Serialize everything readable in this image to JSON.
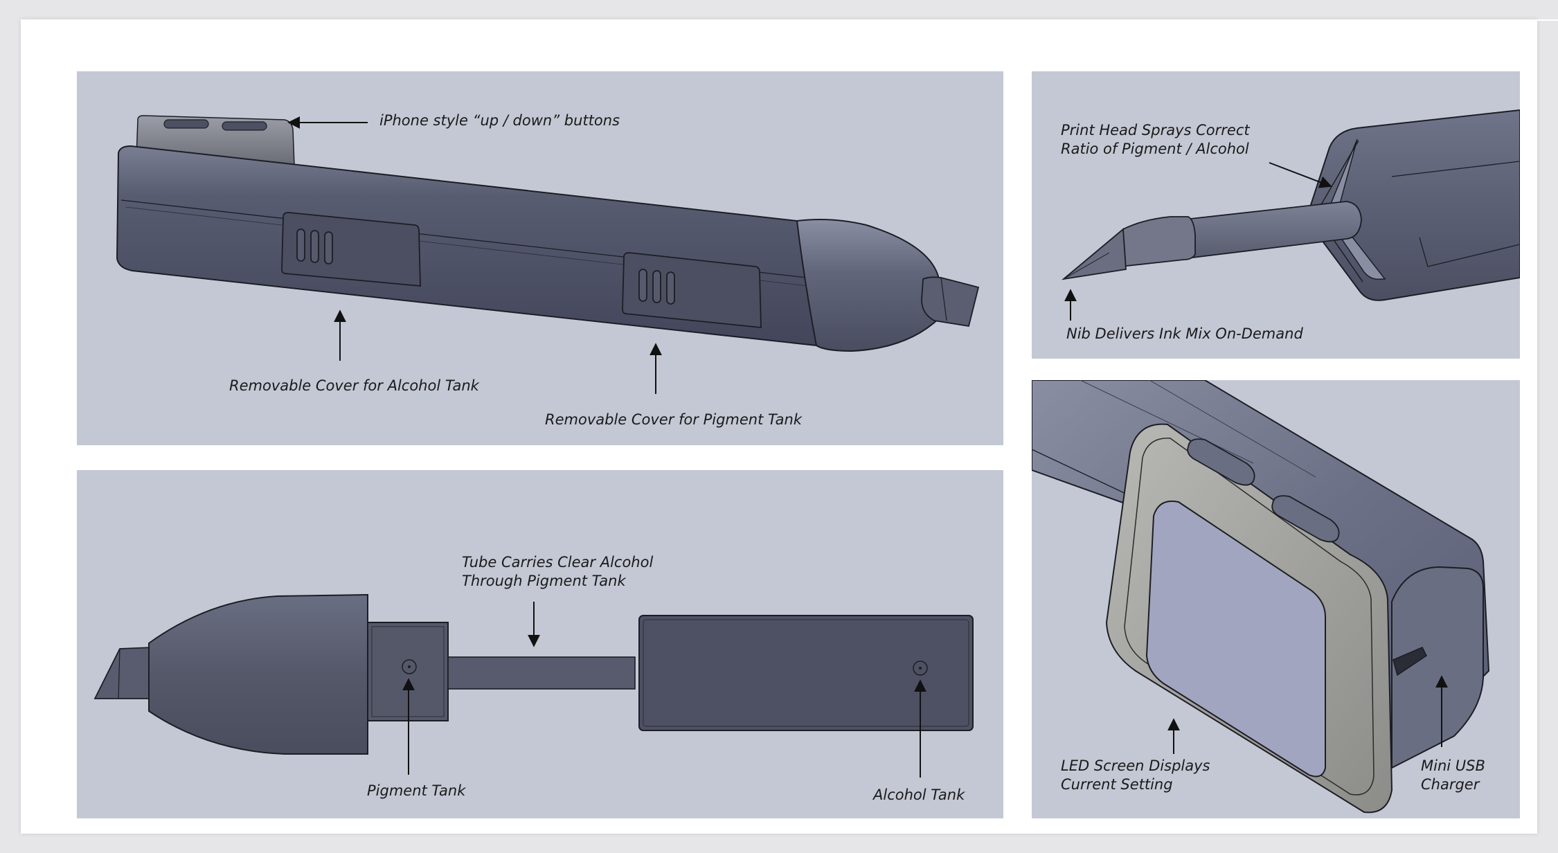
{
  "labels": {
    "buttons": "iPhone style “up / down” buttons",
    "alcohol_cover": "Removable Cover for Alcohol Tank",
    "pigment_cover": "Removable Cover for Pigment Tank",
    "print_head_1": "Print Head Sprays Correct",
    "print_head_2": "Ratio of Pigment / Alcohol",
    "nib": "Nib Delivers Ink Mix On-Demand",
    "tube_1": "Tube Carries Clear Alcohol",
    "tube_2": "Through Pigment Tank",
    "pigment_tank": "Pigment Tank",
    "alcohol_tank": "Alcohol Tank",
    "led_1": "LED Screen Displays",
    "led_2": "Current Setting",
    "usb_1": "Mini USB",
    "usb_2": "Charger"
  },
  "colors": {
    "panel_bg": "#c3c8d4",
    "body_dark": "#4d5062",
    "body_mid": "#62667a",
    "body_light": "#8a8ea2",
    "frame_gray": "#9c9c98",
    "screen": "#a2a5bf",
    "outline": "#1c1d24"
  }
}
